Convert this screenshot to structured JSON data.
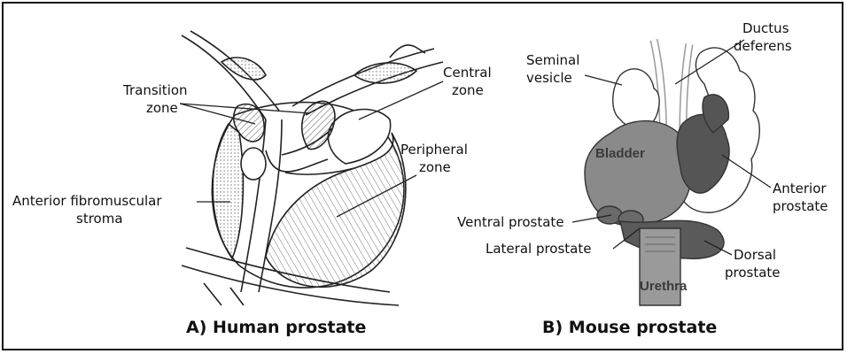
{
  "human": {
    "caption": "A) Human prostate",
    "labels": {
      "transition_1": "Transition",
      "transition_2": "zone",
      "central_1": "Central",
      "central_2": "zone",
      "peripheral_1": "Peripheral",
      "peripheral_2": "zone",
      "stroma_1": "Anterior fibromuscular",
      "stroma_2": "stroma"
    }
  },
  "mouse": {
    "caption": "B) Mouse prostate",
    "labels": {
      "seminal_1": "Seminal",
      "seminal_2": "vesicle",
      "ductus_1": "Ductus",
      "ductus_2": "deferens",
      "bladder": "Bladder",
      "anterior_1": "Anterior",
      "anterior_2": "prostate",
      "ventral": "Ventral prostate",
      "lateral": "Lateral prostate",
      "dorsal_1": "Dorsal",
      "dorsal_2": "prostate",
      "urethra": "Urethra"
    }
  },
  "colors": {
    "line": "#222222",
    "hatch": "#555555",
    "organ_fill": "#8a8a8a",
    "dark_prostate": "#555555",
    "vesicle_fill": "#ffffff"
  }
}
